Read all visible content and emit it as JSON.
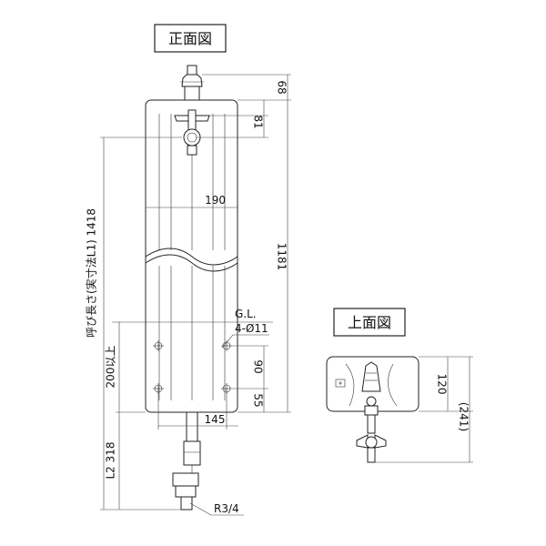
{
  "views": {
    "front_title": "正面図",
    "top_title": "上面図"
  },
  "dimensions": {
    "d68": "68",
    "d81": "81",
    "d190": "190",
    "d1181": "1181",
    "d90": "90",
    "d55": "55",
    "d145": "145",
    "d120": "120",
    "d241": "(241)"
  },
  "labels": {
    "nominal_length": "呼び長さ(実寸法L1) 1418",
    "depth_200": "200以上",
    "l2": "L2 318",
    "gl": "G.L.",
    "holes": "4-Ø11",
    "thread": "R3/4"
  }
}
